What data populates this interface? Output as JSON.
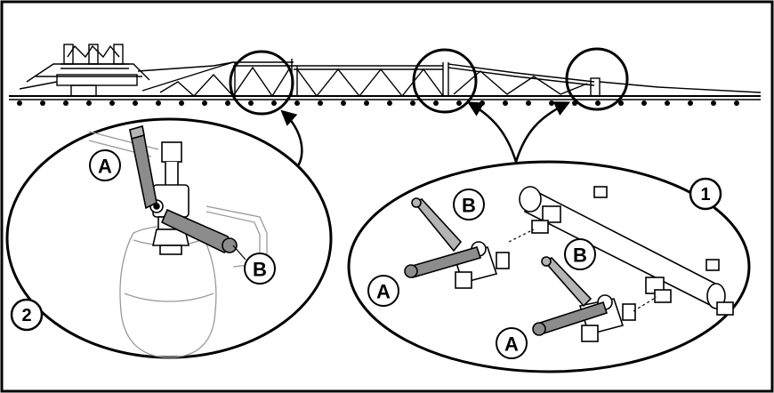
{
  "callouts": {
    "valve_a_left": "A",
    "valve_b_left": "B",
    "detail_1_number": "1",
    "detail_1_b_top": "B",
    "detail_1_b_mid": "B",
    "detail_1_a_left": "A",
    "detail_1_a_bottom": "A",
    "detail_2_number": "2"
  },
  "colors": {
    "line": "#000000",
    "handle_fill": "#8c8c8c",
    "handle_light": "#b4b4b4",
    "faded_line": "#9a9a9a"
  },
  "icons": [
    "sprayer-boom",
    "ball-valve",
    "nozzle-holder",
    "curved-arrow"
  ]
}
